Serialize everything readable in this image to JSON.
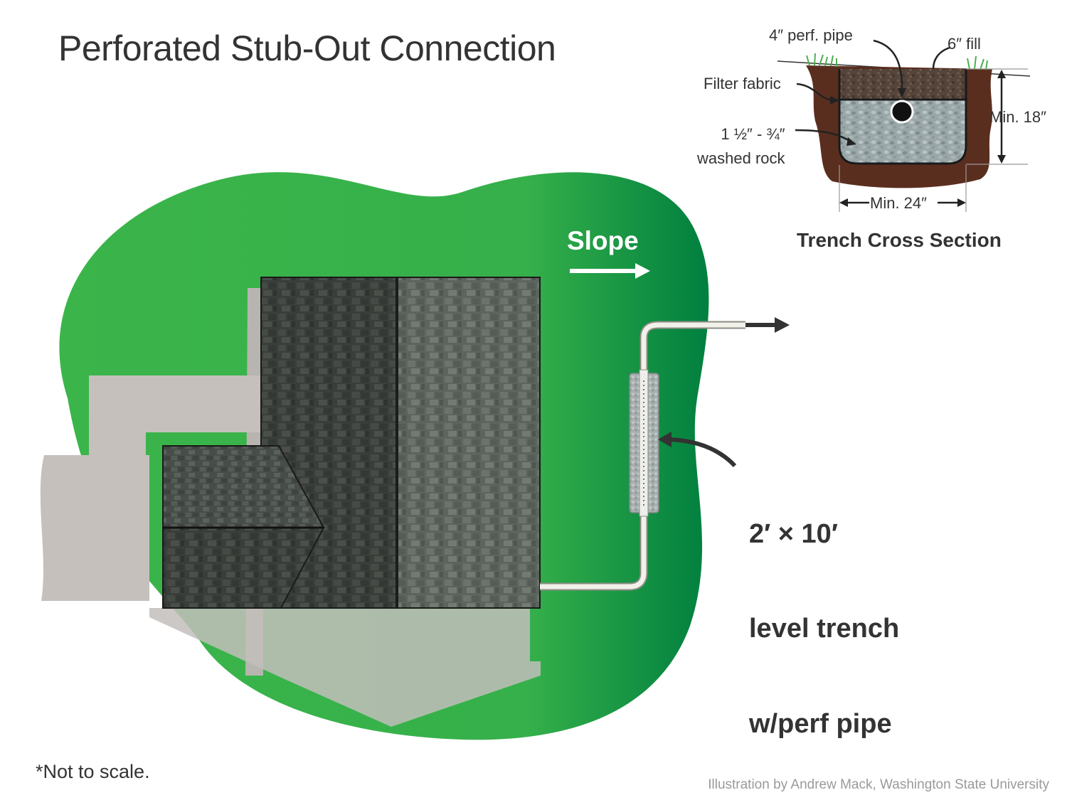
{
  "title": "Perforated Stub-Out Connection",
  "slope_label": "Slope",
  "trench_label_lines": [
    "2′ × 10′",
    "level trench",
    "w/perf pipe"
  ],
  "note": "*Not to scale.",
  "credit": "Illustration by Andrew Mack, Washington State University",
  "cross_section": {
    "title": "Trench Cross Section",
    "pipe_label": "4″ perf. pipe",
    "fill_label": "6″ fill",
    "fabric_label": "Filter fabric",
    "rock_label": "1 ½″ - ¾″\nwashed rock",
    "depth_label": "Min. 18″",
    "width_label": "Min. 24″"
  },
  "colors": {
    "lawn_light": "#3bb54a",
    "lawn_dark": "#007f3f",
    "soil": "#5a2e1f",
    "fill": "#55443a",
    "rock": "#9aa7a8",
    "roof_dark": "#3b3f3b",
    "roof_light": "#5e6660",
    "house_gray": "#c5c0bc",
    "pipe": "#f1f1ea",
    "ink": "#333333"
  }
}
